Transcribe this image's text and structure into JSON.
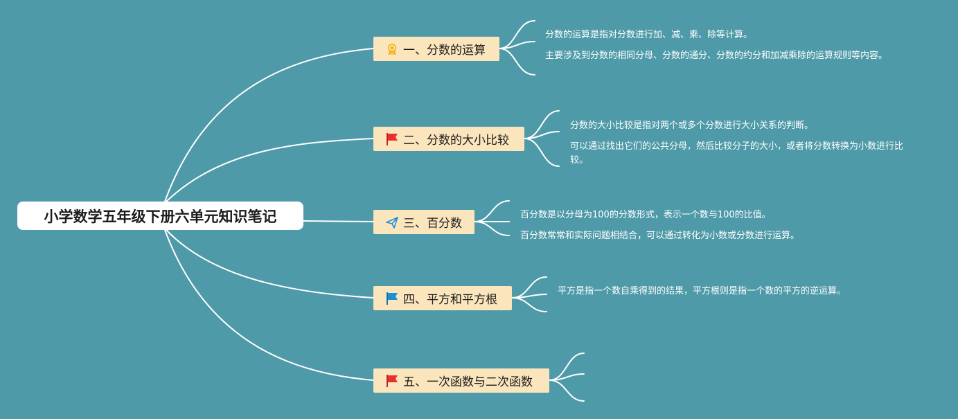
{
  "root": {
    "title": "小学数学五年级下册六单元知识笔记"
  },
  "branches": [
    {
      "icon": "award-ribbon-icon",
      "label": "一、分数的运算",
      "notes": [
        "分数的运算是指对分数进行加、减、乘、除等计算。",
        "主要涉及到分数的相同分母、分数的通分、分数的约分和加减乘除的运算规则等内容。"
      ]
    },
    {
      "icon": "red-flag-icon",
      "label": "二、分数的大小比较",
      "notes": [
        "分数的大小比较是指对两个或多个分数进行大小关系的判断。",
        "可以通过找出它们的公共分母，然后比较分子的大小，或者将分数转换为小数进行比较。"
      ]
    },
    {
      "icon": "paper-plane-icon",
      "label": "三、百分数",
      "notes": [
        "百分数是以分母为100的分数形式，表示一个数与100的比值。",
        "百分数常常和实际问题相结合，可以通过转化为小数或分数进行运算。"
      ]
    },
    {
      "icon": "blue-flag-icon",
      "label": "四、平方和平方根",
      "notes": [
        "平方是指一个数自乘得到的结果，平方根则是指一个数的平方的逆运算。"
      ]
    },
    {
      "icon": "red-flag-icon",
      "label": "五、一次函数与二次函数",
      "notes": []
    }
  ],
  "colors": {
    "background": "#4f9aa8",
    "branch_fill": "#fbe5bd",
    "line": "#ffffff",
    "flag_red": "#e8302a",
    "flag_blue": "#1e8fd6",
    "award_gold": "#f3b51f"
  }
}
